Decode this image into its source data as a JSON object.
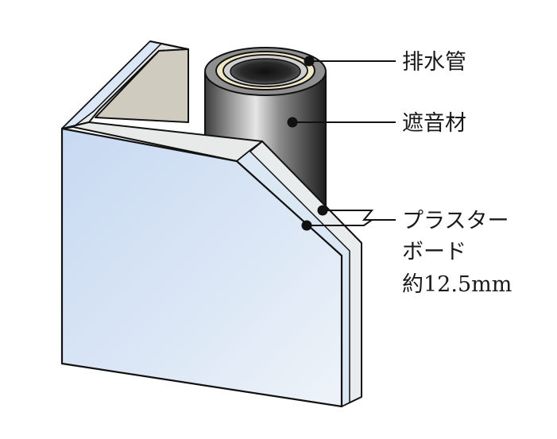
{
  "labels": {
    "drain_pipe": "排水管",
    "sound_insulation": "遮音材",
    "plaster_board_line1": "プラスター",
    "plaster_board_line2": "ボード",
    "thickness": "約12.5mm"
  },
  "colors": {
    "board_face": "#d6e4f5",
    "board_edge": "#e9ecec",
    "inner_wall": "#d0cbbf",
    "pipe_dark": "#2b2b2b",
    "pipe_light": "#d8d8d8",
    "insulation_ring": "#efe6c6",
    "outline": "#111111"
  }
}
